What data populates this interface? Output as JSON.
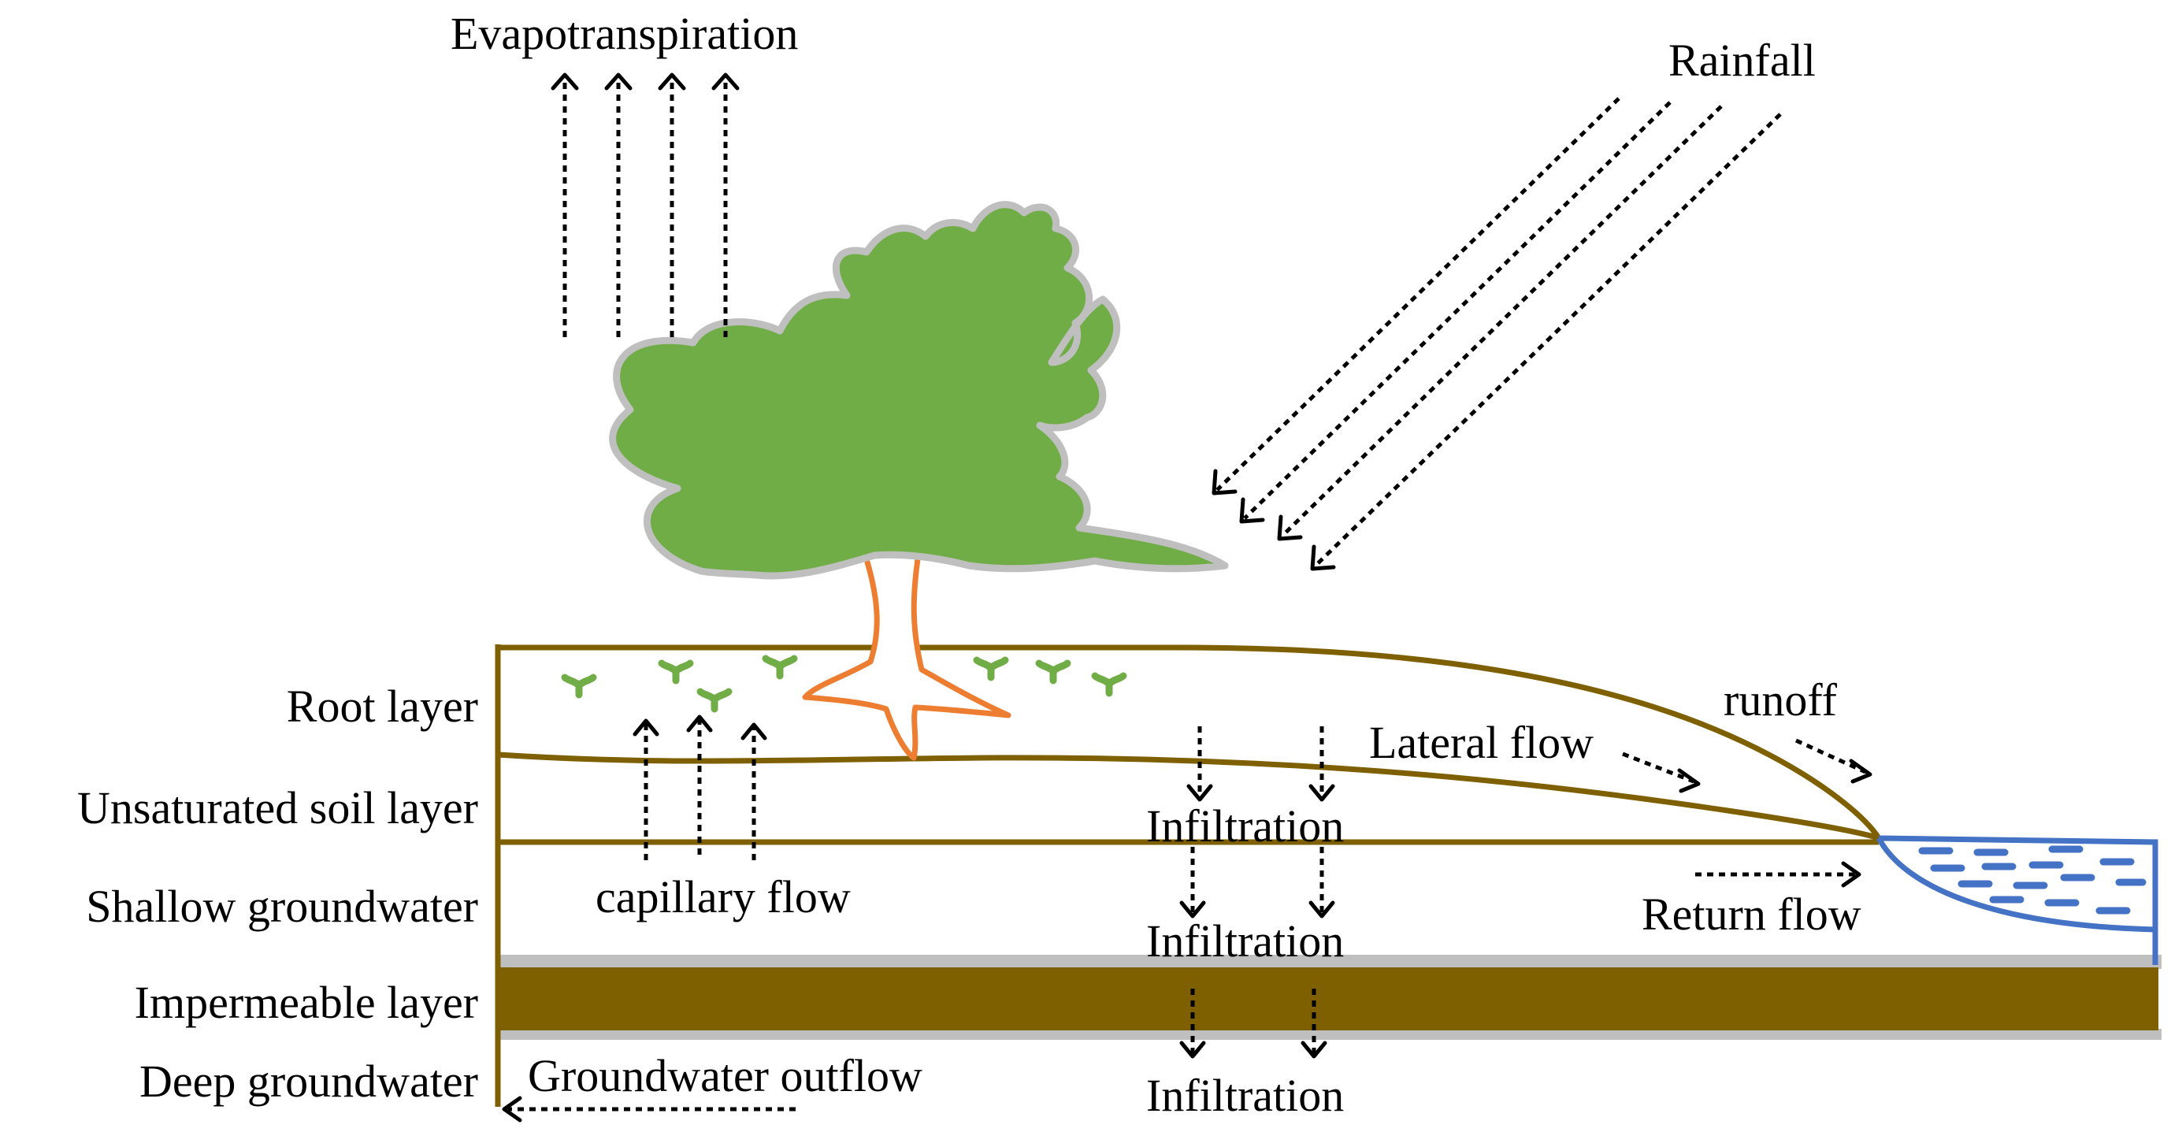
{
  "labels": {
    "evapotranspiration": "Evapotranspiration",
    "rainfall": "Rainfall",
    "root_layer": "Root layer",
    "unsaturated_soil_layer": "Unsaturated soil layer",
    "shallow_groundwater": "Shallow groundwater",
    "impermeable_layer": "Impermeable layer",
    "deep_groundwater": "Deep groundwater",
    "capillary_flow": "capillary flow",
    "infiltration_1": "Infiltration",
    "infiltration_2": "Infiltration",
    "infiltration_3": "Infiltration",
    "lateral_flow": "Lateral flow",
    "runoff": "runoff",
    "return_flow": "Return flow",
    "groundwater_outflow": "Groundwater outflow"
  },
  "colors": {
    "soil_line": "#7f6000",
    "impermeable_fill": "#7f6000",
    "tree_crown": "#70ad47",
    "crown_outline": "#bfbfbf",
    "trunk": "#ed7d31",
    "water": "#4472c4",
    "sprouts": "#70ad47",
    "arrows": "#000000"
  },
  "icons": [
    "tree-icon",
    "sprout-icon",
    "water-body-icon"
  ]
}
